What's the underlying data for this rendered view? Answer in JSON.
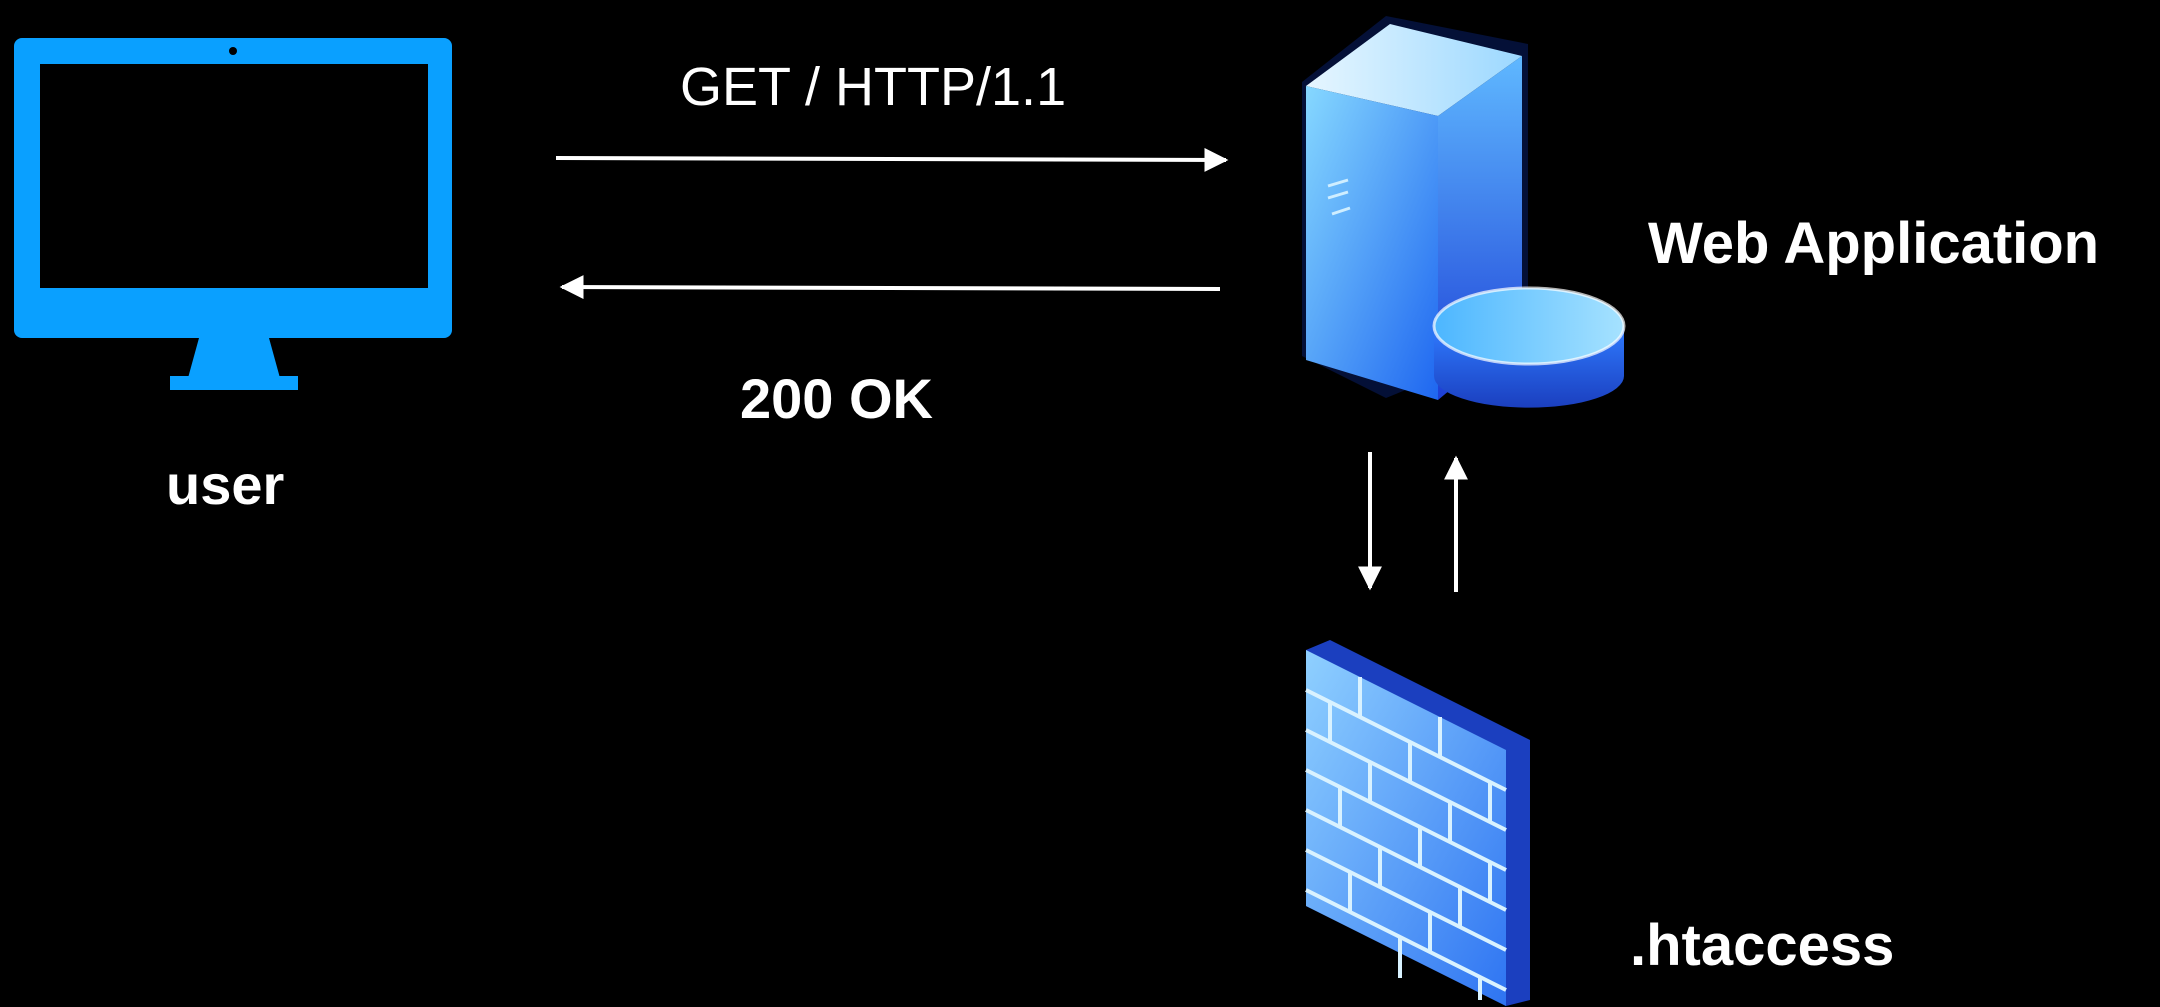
{
  "nodes": {
    "user": {
      "label": "user",
      "icon": "monitor-icon"
    },
    "web_app": {
      "label": "Web Application",
      "icon": "server-database-icon"
    },
    "htaccess": {
      "label": ".htaccess",
      "icon": "firewall-icon"
    }
  },
  "edges": {
    "request": {
      "label": "GET / HTTP/1.1",
      "from": "user",
      "to": "web_app"
    },
    "response": {
      "label": "200 OK",
      "from": "web_app",
      "to": "user"
    },
    "to_htaccess": {
      "from": "web_app",
      "to": "htaccess"
    },
    "from_htaccess": {
      "from": "htaccess",
      "to": "web_app"
    }
  },
  "colors": {
    "background": "#000000",
    "monitor": "#0AA0FF",
    "text": "#FFFFFF",
    "server_light": "#7FD0FF",
    "server_dark": "#1F4FE0",
    "firewall": "#3D8EFF"
  }
}
